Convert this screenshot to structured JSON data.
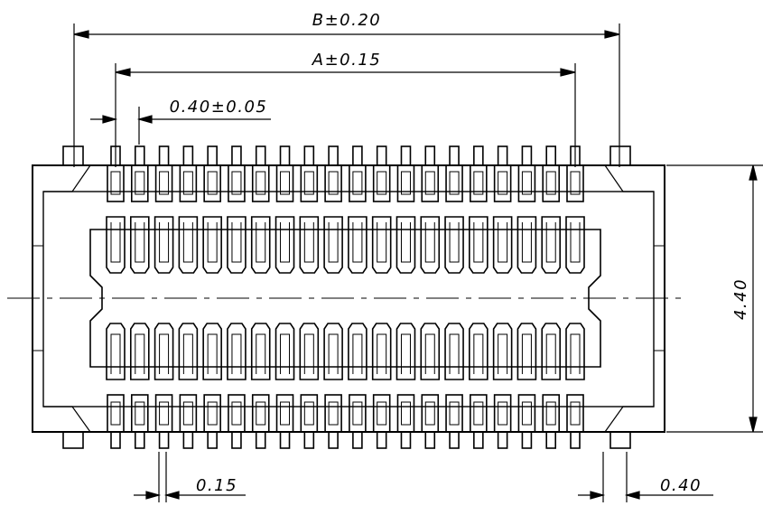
{
  "dimensions": {
    "overall_width": "B±0.20",
    "pitch_span": "A±0.15",
    "pitch": "0.40±0.05",
    "contact_width": "0.15",
    "tab_width": "0.40",
    "body_height": "4.40"
  },
  "contact_count_per_row": 20,
  "colors": {
    "line": "#000000",
    "background": "#ffffff"
  }
}
